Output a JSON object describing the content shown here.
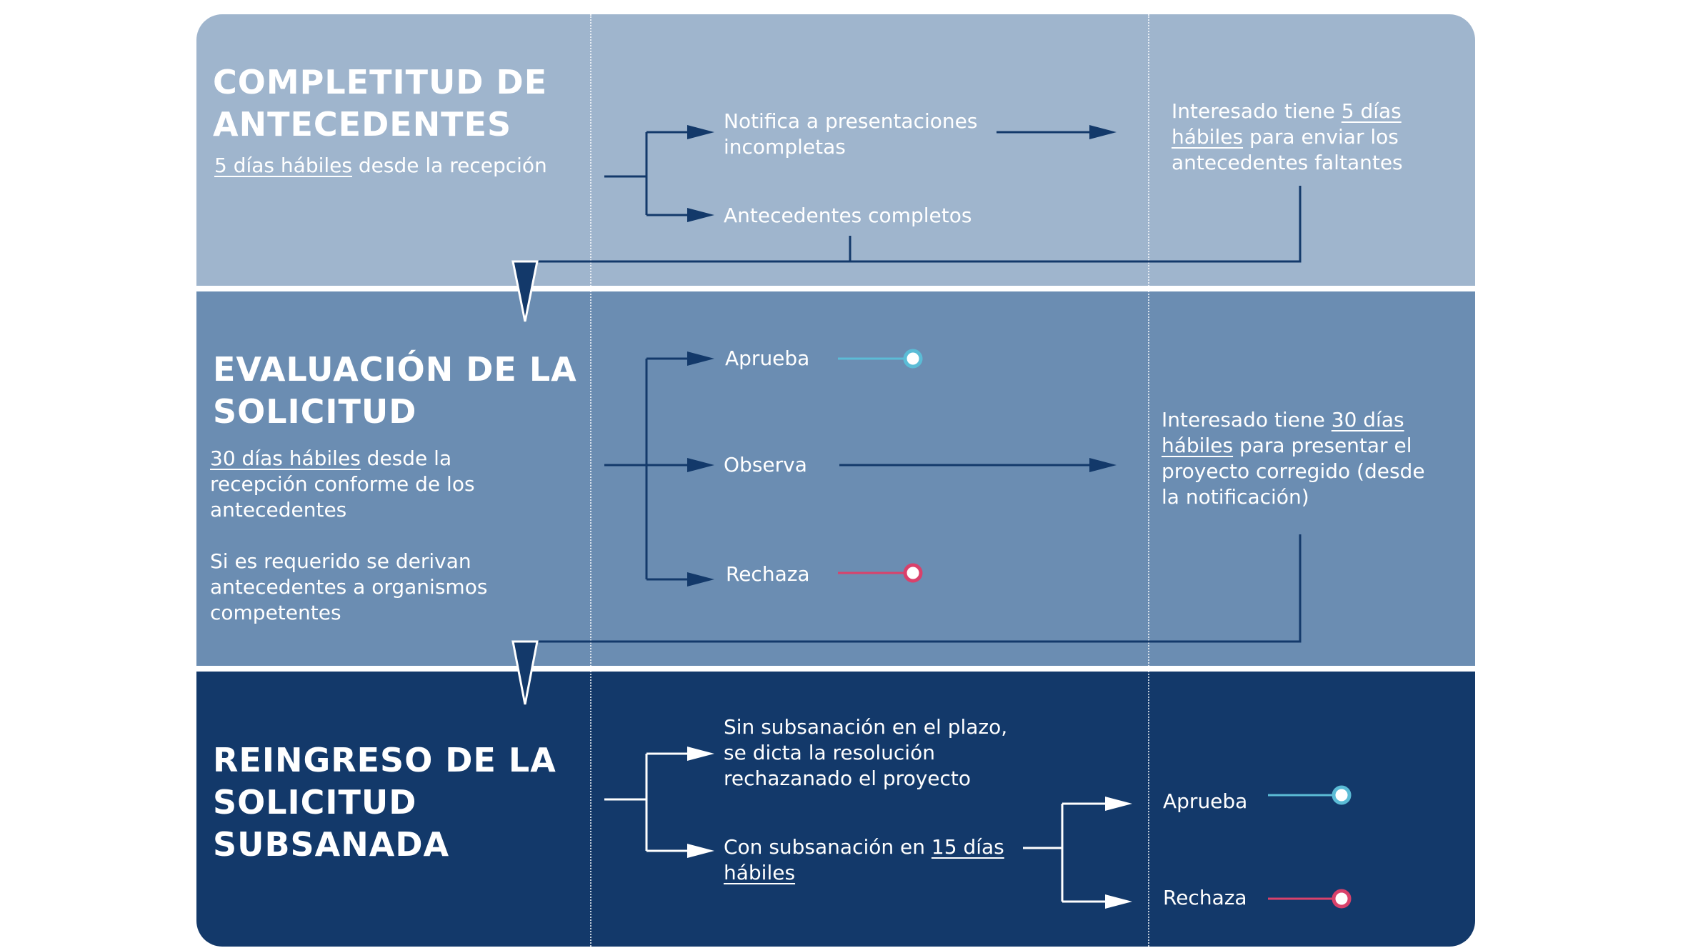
{
  "colors": {
    "band1": "#9fb5cd",
    "band2": "#6b8db2",
    "band3": "#13396a",
    "line_dark": "#13396a",
    "line_white": "#ffffff",
    "approve": "#5bbcd6",
    "reject": "#d9416b"
  },
  "stage1": {
    "title": "COMPLETITUD DE\nANTECEDENTES",
    "subtitle_underlined": "5 días hábiles",
    "subtitle_rest": " desde la recepción",
    "branch_top": "Notifica a presentaciones\nincompletas",
    "branch_bottom": "Antecedentes completos",
    "note_pre": "Interesado tiene ",
    "note_underlined": "5 días\nhábiles",
    "note_post": " para enviar los\nantecedentes faltantes"
  },
  "stage2": {
    "title": "EVALUACIÓN DE LA\nSOLICITUD",
    "desc_underlined": "30 días hábiles",
    "desc_rest": " desde la\nrecepción conforme de los\nantecedentes",
    "desc2": "Si es requerido se derivan\nantecedentes a organismos\ncompetentes",
    "branch_top": "Aprueba",
    "branch_mid": "Observa",
    "branch_bottom": "Rechaza",
    "note_pre": "Interesado tiene ",
    "note_underlined": "30 días\nhábiles",
    "note_post": " para presentar el\nproyecto corregido (desde\nla notificación)"
  },
  "stage3": {
    "title": "REINGRESO DE LA\nSOLICITUD\nSUBSANADA",
    "branch_top": "Sin subsanación en el plazo,\nse dicta la resolución\nrechazanado el proyecto",
    "branch_bottom_pre": "Con subsanación en ",
    "branch_bottom_underlined": "15 días\nhábiles",
    "outcome_top": "Aprueba",
    "outcome_bottom": "Rechaza"
  }
}
